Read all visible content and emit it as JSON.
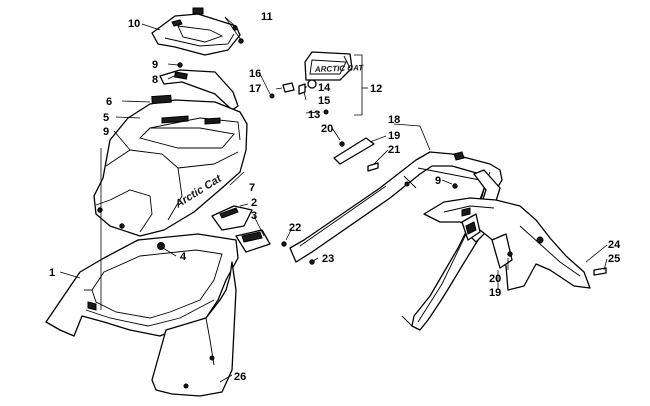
{
  "callouts": {
    "c1": "1",
    "c2": "2",
    "c3": "3",
    "c4": "4",
    "c5": "5",
    "c6": "6",
    "c7": "7",
    "c8": "8",
    "c9a": "9",
    "c9b": "9",
    "c9c": "9",
    "c10": "10",
    "c11": "11",
    "c12": "12",
    "c13": "13",
    "c14": "14",
    "c15": "15",
    "c16": "16",
    "c17": "17",
    "c18": "18",
    "c19a": "19",
    "c19b": "19",
    "c20a": "20",
    "c20b": "20",
    "c21": "21",
    "c22": "22",
    "c23": "23",
    "c24": "24",
    "c25": "25",
    "c26": "26"
  },
  "decals": {
    "seat_brand": "Arctic Cat",
    "tail_light_brand": "ARCTIC CAT"
  }
}
